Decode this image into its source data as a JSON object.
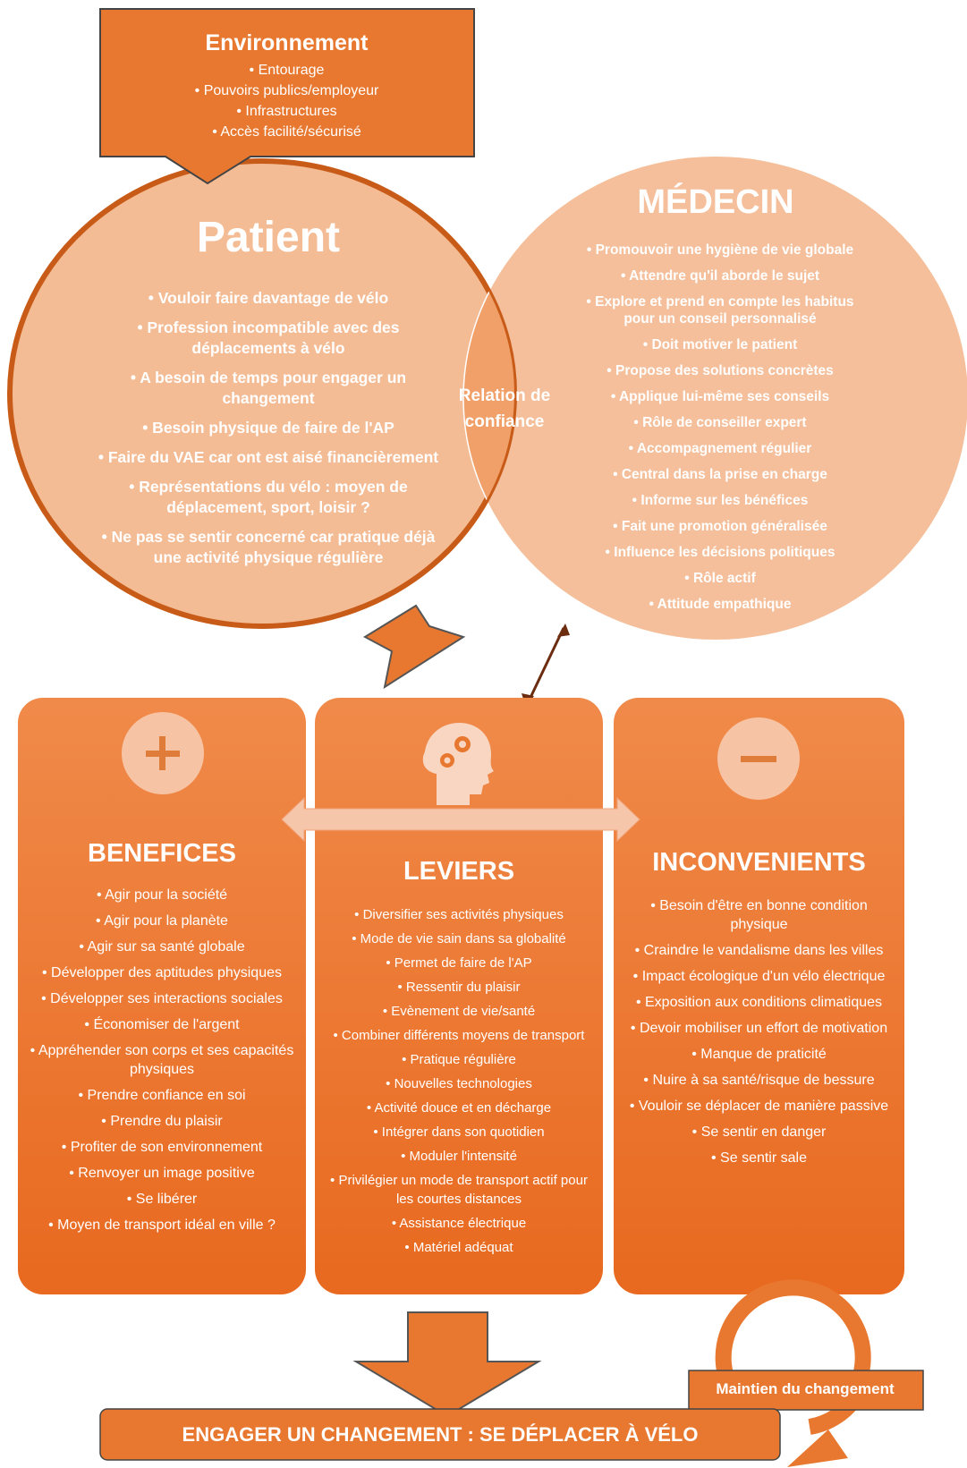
{
  "environment": {
    "title": "Environnement",
    "items": [
      "• Entourage",
      "• Pouvoirs publics/employeur",
      "• Infrastructures",
      "• Accès facilité/sécurisé"
    ]
  },
  "patient": {
    "title": "Patient",
    "items": [
      "• Vouloir faire davantage de vélo",
      "• Profession incompatible avec des déplacements à vélo",
      "• A besoin de temps pour engager un changement",
      "• Besoin physique de faire de l'AP",
      "• Faire du VAE car ont est aisé financièrement",
      "• Représentations du vélo : moyen de déplacement, sport, loisir ?",
      "• Ne pas se sentir concerné car pratique déjà une activité physique régulière"
    ]
  },
  "relation": {
    "label": "Relation de confiance"
  },
  "medecin": {
    "title": "MÉDECIN",
    "items": [
      "• Promouvoir une hygiène de vie globale",
      "• Attendre qu'il aborde le sujet",
      "• Explore et prend en compte les habitus pour un conseil personnalisé",
      "• Doit motiver le patient",
      "• Propose des solutions concrètes",
      "• Applique lui-même ses conseils",
      "• Rôle de conseiller expert",
      "• Accompagnement régulier",
      "• Central dans la prise en charge",
      "• Informe sur les bénéfices",
      "• Fait une promotion généralisée",
      "• Influence les décisions politiques",
      "• Rôle actif",
      "• Attitude empathique"
    ]
  },
  "benefices": {
    "title": "BENEFICES",
    "items": [
      "• Agir pour la société",
      "• Agir pour la planète",
      "• Agir sur sa santé globale",
      "• Développer des aptitudes physiques",
      "• Développer ses interactions sociales",
      "• Économiser de l'argent",
      "• Appréhender son corps et ses capacités physiques",
      "• Prendre confiance en soi",
      "• Prendre du plaisir",
      "• Profiter de son environnement",
      "• Renvoyer un image positive",
      "• Se libérer",
      "• Moyen de transport idéal en ville ?"
    ]
  },
  "leviers": {
    "title": "LEVIERS",
    "items": [
      "• Diversifier ses activités physiques",
      "• Mode de vie sain dans sa globalité",
      "• Permet de faire de l'AP",
      "• Ressentir du plaisir",
      "• Evènement de vie/santé",
      "• Combiner différents moyens de transport",
      "• Pratique régulière",
      "• Nouvelles technologies",
      "• Activité douce et en décharge",
      "• Intégrer dans son quotidien",
      "• Moduler l'intensité",
      "• Privilégier un mode de transport actif pour les courtes distances",
      "• Assistance électrique",
      "• Matériel adéquat"
    ]
  },
  "inconvenients": {
    "title": "INCONVENIENTS",
    "items": [
      "• Besoin d'être en bonne condition physique",
      "• Craindre le vandalisme dans les villes",
      "• Impact écologique d'un vélo électrique",
      "• Exposition aux conditions climatiques",
      "• Devoir mobiliser un effort de motivation",
      "• Manque de praticité",
      "• Nuire à sa santé/risque de bessure",
      "• Vouloir se déplacer de manière passive",
      "• Se sentir en danger",
      "• Se sentir sale"
    ]
  },
  "final": {
    "label": "ENGAGER UN CHANGEMENT : SE DÉPLACER À VÉLO"
  },
  "maintien": {
    "label": "Maintien du changement"
  },
  "colors": {
    "orange_dark": "#e8762e",
    "orange_light": "#f4c09b",
    "orange_mid": "#f0a06a",
    "border_dark": "#c55a18"
  },
  "icons": [
    "plus-icon",
    "head-gears-icon",
    "minus-icon"
  ]
}
